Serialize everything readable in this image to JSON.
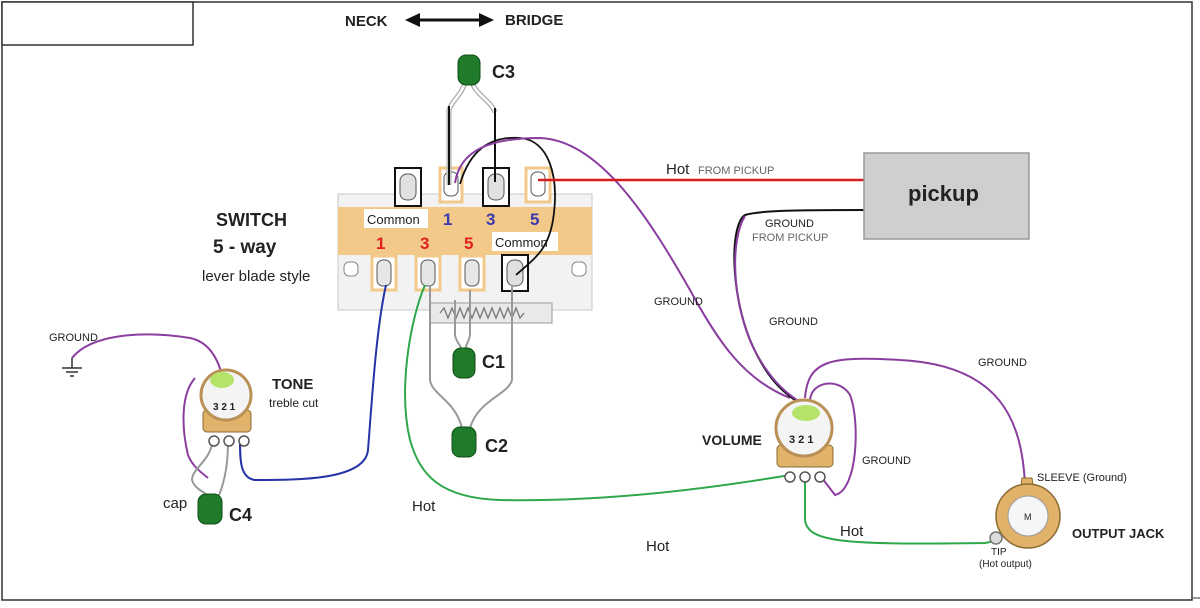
{
  "header": {
    "neck_label": "NECK",
    "bridge_label": "BRIDGE"
  },
  "switch": {
    "title": "SWITCH",
    "subtitle": "5 - way",
    "style": "lever blade style",
    "top_labels": [
      "Common",
      "1",
      "3",
      "5"
    ],
    "bottom_labels": [
      "1",
      "3",
      "5",
      "Common"
    ]
  },
  "pickup": {
    "label": "pickup",
    "hot_label": "Hot",
    "hot_from": "FROM PICKUP",
    "ground_label": "GROUND",
    "ground_from": "FROM PICKUP"
  },
  "capacitors": {
    "c1": "C1",
    "c2": "C2",
    "c3": "C3",
    "c4": "C4",
    "cap_label": "cap"
  },
  "tone": {
    "title": "TONE",
    "subtitle": "treble cut",
    "lugs": "3 2 1",
    "ground_label": "GROUND"
  },
  "volume": {
    "title": "VOLUME",
    "lugs": "3 2 1",
    "ground_left": "GROUND",
    "ground_upper": "GROUND",
    "ground_right": "GROUND",
    "ground_jack": "GROUND"
  },
  "jack": {
    "title": "OUTPUT  JACK",
    "sleeve": "SLEEVE (Ground)",
    "tip": "TIP",
    "tip_note": "(Hot output)",
    "center": "M"
  },
  "wires": {
    "hot_left": "Hot",
    "hot_mid": "Hot",
    "hot_right": "Hot"
  },
  "colors": {
    "switch_band": "#f3c989",
    "ground_wire": "#8a3ea0",
    "hot_green": "#2ea84a",
    "blue_wire": "#2433a8",
    "red_wire": "#d81e1e",
    "cap_green": "#1f7a2a",
    "pot_brass": "#e0b26a",
    "pickup_body": "#cfcfcf"
  }
}
